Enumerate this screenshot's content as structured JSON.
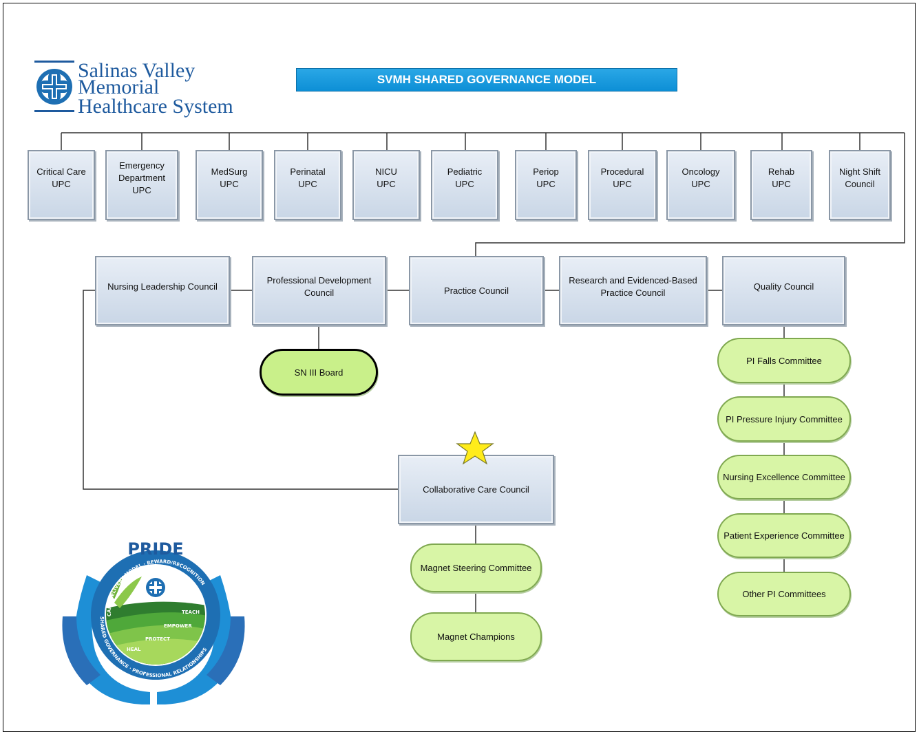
{
  "title": "SVMH SHARED GOVERNANCE MODEL",
  "logo": {
    "line1": "Salinas Valley",
    "line2": "Memorial",
    "line3": "Healthcare System"
  },
  "upcs": [
    {
      "label": "Critical Care\nUPC"
    },
    {
      "label": "Emergency\nDepartment\nUPC"
    },
    {
      "label": "MedSurg\nUPC"
    },
    {
      "label": "Perinatal\nUPC"
    },
    {
      "label": "NICU\nUPC"
    },
    {
      "label": "Pediatric\nUPC"
    },
    {
      "label": "Periop\nUPC"
    },
    {
      "label": "Procedural\nUPC"
    },
    {
      "label": "Oncology\nUPC"
    },
    {
      "label": "Rehab\nUPC"
    },
    {
      "label": "Night Shift\nCouncil"
    }
  ],
  "councils": {
    "nursing_leadership": "Nursing Leadership Council",
    "professional_development": "Professional Development\nCouncil",
    "practice": "Practice Council",
    "research": "Research and Evidenced-Based\nPractice Council",
    "quality": "Quality Council",
    "collaborative": "Collaborative Care Council"
  },
  "committees": {
    "sn3": "SN III Board",
    "quality": [
      "PI Falls Committee",
      "PI  Pressure Injury Committee",
      "Nursing Excellence Committee",
      "Patient Experience Committee",
      "Other PI Committees"
    ],
    "magnet_steering": "Magnet Steering Committee",
    "magnet_champions": "Magnet Champions"
  },
  "pride_logo": {
    "title": "PRIDE",
    "arc_top": "CARE DELIVERY MODEL · REWARD/RECOGNITION",
    "arc_bottom": "SHARED GOVERNANCE · PROFESSIONAL RELATIONSHIPS",
    "words": [
      "TEACH",
      "EMPOWER",
      "PROTECT",
      "HEAL"
    ]
  },
  "colors": {
    "title_bar": "#1a9ee0",
    "box_fill": "#d3deeb",
    "pill_fill": "#d8f5a6",
    "logo_blue": "#1e5a9e",
    "star": "#ffec1a"
  }
}
